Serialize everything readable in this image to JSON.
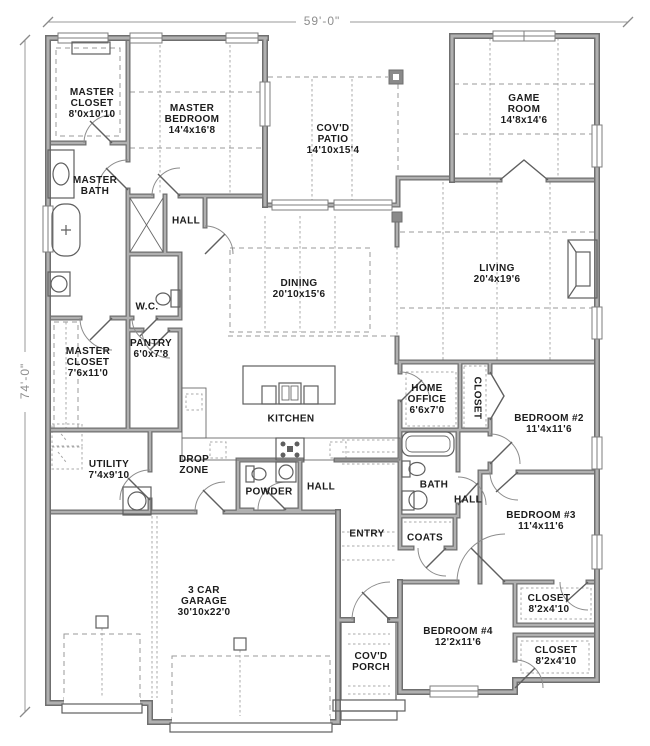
{
  "plan": {
    "dim_top": "59'-0\"",
    "dim_left": "74'-0\""
  },
  "colors": {
    "background": "#ffffff",
    "wall": "#8a8a8a",
    "wall_edge": "#6f6f6f",
    "fixture": "#5f5f5f",
    "dashed": "#9a9a9a",
    "text": "#1c1c1c",
    "dim_text": "#8e8e8e"
  },
  "rooms": {
    "master_closet_1": {
      "name": "MASTER\nCLOSET",
      "size": "8'0x10'10"
    },
    "master_bedroom": {
      "name": "MASTER\nBEDROOM",
      "size": "14'4x16'8"
    },
    "covd_patio": {
      "name": "COV'D\nPATIO",
      "size": "14'10x15'4"
    },
    "game_room": {
      "name": "GAME\nROOM",
      "size": "14'8x14'6"
    },
    "master_bath": {
      "name": "MASTER\nBATH",
      "size": ""
    },
    "hall_master": {
      "name": "HALL",
      "size": ""
    },
    "dining": {
      "name": "DINING",
      "size": "20'10x15'6"
    },
    "living": {
      "name": "LIVING",
      "size": "20'4x19'6"
    },
    "wc": {
      "name": "W.C.",
      "size": ""
    },
    "master_closet_2": {
      "name": "MASTER\nCLOSET",
      "size": "7'6x11'0"
    },
    "pantry": {
      "name": "PANTRY",
      "size": "6'0x7'8"
    },
    "kitchen": {
      "name": "KITCHEN",
      "size": ""
    },
    "home_office": {
      "name": "HOME\nOFFICE",
      "size": "6'6x7'0"
    },
    "closet_bed2": {
      "name": "CLOSET",
      "size": ""
    },
    "bedroom_2": {
      "name": "BEDROOM #2",
      "size": "11'4x11'6"
    },
    "utility": {
      "name": "UTILITY",
      "size": "7'4x9'10"
    },
    "drop_zone": {
      "name": "DROP\nZONE",
      "size": ""
    },
    "powder": {
      "name": "POWDER",
      "size": ""
    },
    "hall_kitchen": {
      "name": "HALL",
      "size": ""
    },
    "bath_2": {
      "name": "BATH",
      "size": ""
    },
    "hall_bed": {
      "name": "HALL",
      "size": ""
    },
    "bedroom_3": {
      "name": "BEDROOM #3",
      "size": "11'4x11'6"
    },
    "entry": {
      "name": "ENTRY",
      "size": ""
    },
    "coats": {
      "name": "COATS",
      "size": ""
    },
    "garage": {
      "name": "3 CAR\nGARAGE",
      "size": "30'10x22'0"
    },
    "closet_bed3": {
      "name": "CLOSET",
      "size": "8'2x4'10"
    },
    "bedroom_4": {
      "name": "BEDROOM #4",
      "size": "12'2x11'6"
    },
    "covd_porch": {
      "name": "COV'D\nPORCH",
      "size": ""
    },
    "closet_bed4": {
      "name": "CLOSET",
      "size": "8'2x4'10"
    }
  }
}
